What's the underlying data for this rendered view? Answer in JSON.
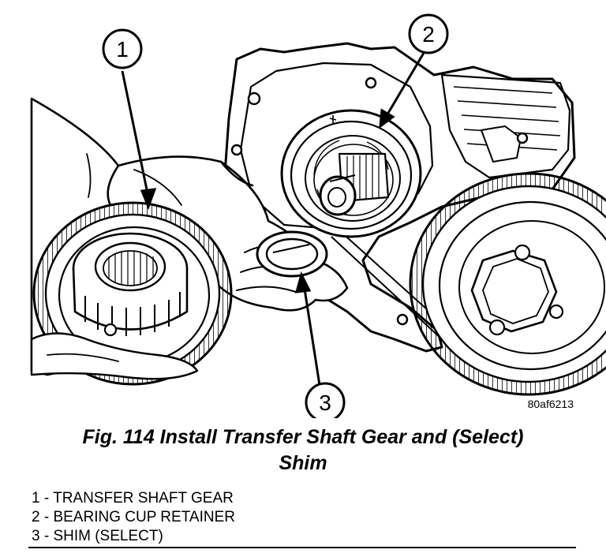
{
  "figure": {
    "code": "80af6213",
    "caption_line1": "Fig. 114 Install Transfer Shaft Gear and (Select)",
    "caption_line2": "Shim"
  },
  "callouts": [
    {
      "number": "1"
    },
    {
      "number": "2"
    },
    {
      "number": "3"
    }
  ],
  "legend": [
    {
      "text": "1 - TRANSFER SHAFT GEAR"
    },
    {
      "text": "2 - BEARING CUP RETAINER"
    },
    {
      "text": "3 - SHIM (SELECT)"
    }
  ]
}
